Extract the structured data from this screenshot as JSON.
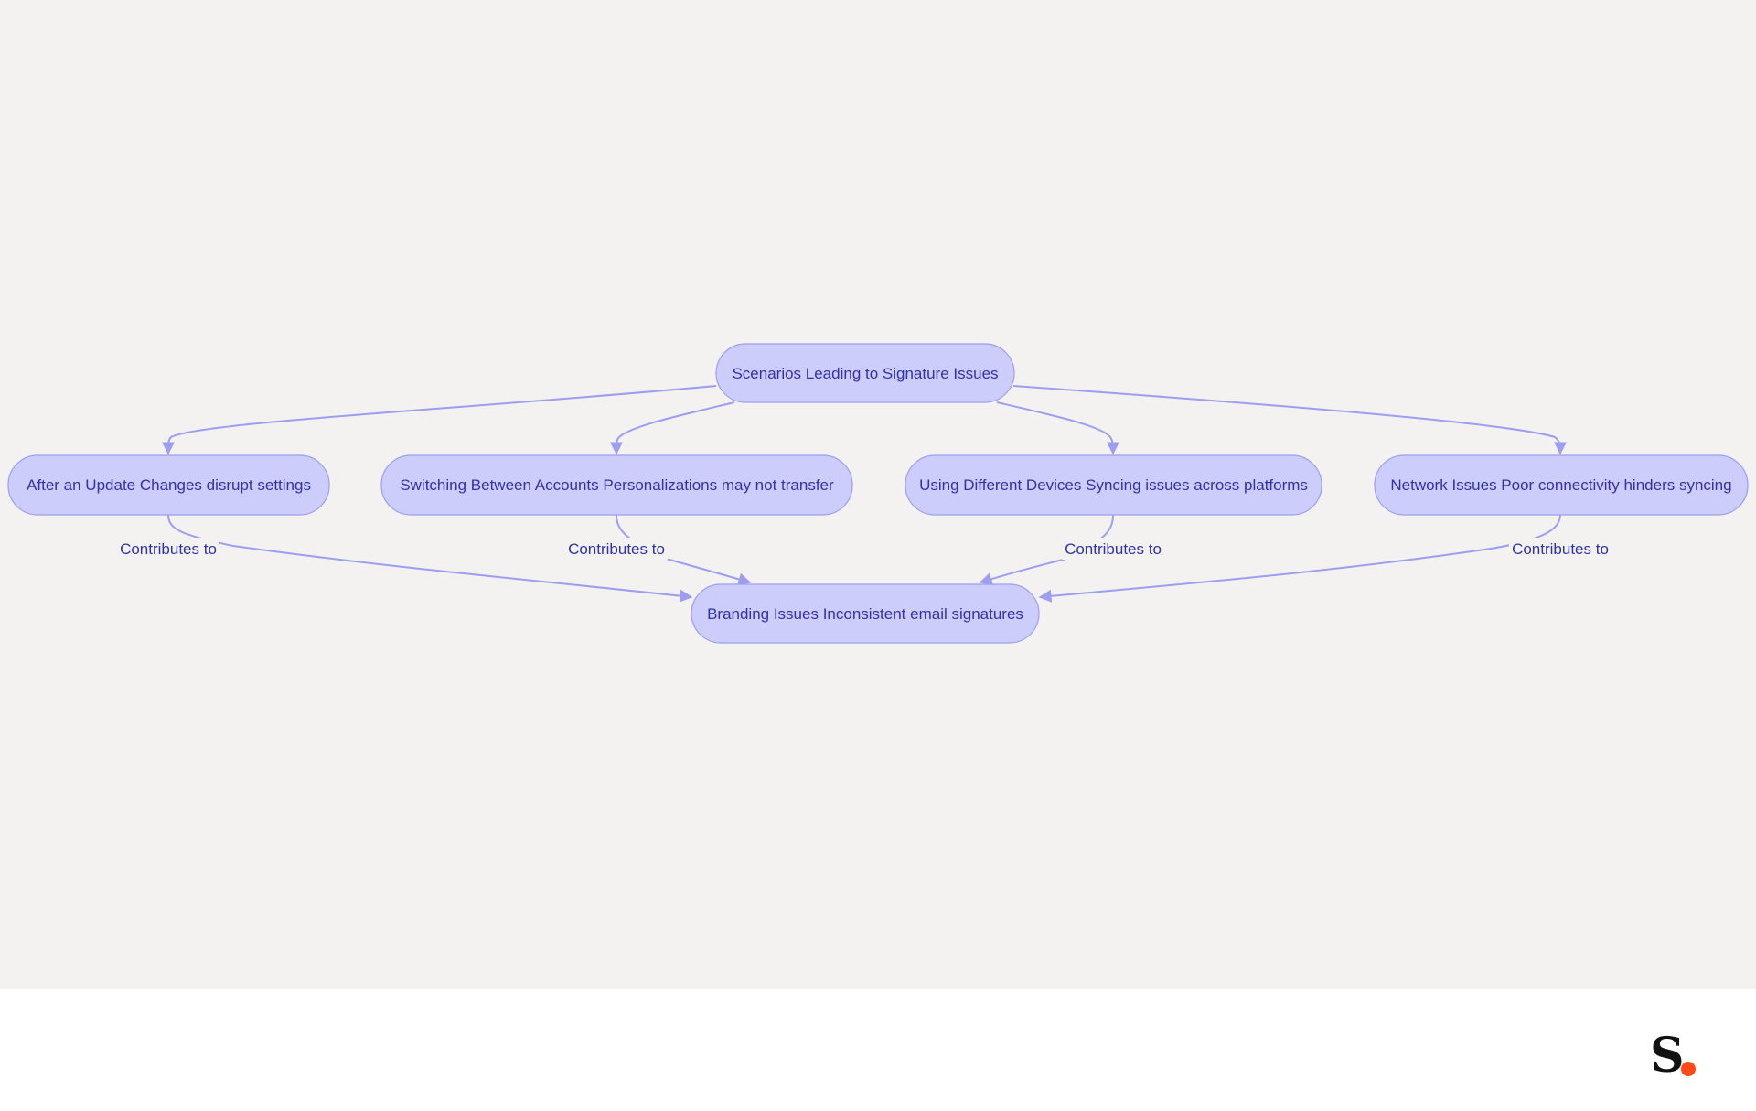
{
  "diagram": {
    "root": {
      "label": "Scenarios Leading to Signature Issues"
    },
    "scenarios": [
      {
        "label": "After an Update Changes disrupt settings"
      },
      {
        "label": "Switching Between Accounts Personalizations may not transfer"
      },
      {
        "label": "Using Different Devices Syncing issues across platforms"
      },
      {
        "label": "Network Issues Poor connectivity hinders syncing"
      }
    ],
    "outcome": {
      "label": "Branding Issues Inconsistent email signatures"
    },
    "edge_label": "Contributes to"
  },
  "colors": {
    "canvas_background": "#f3f2f1",
    "node_fill": "#cccdfb",
    "node_stroke": "#9d9ef0",
    "text": "#3232a8",
    "edge": "#9d9ef0",
    "logo_dark": "#111111",
    "logo_accent": "#ff4a17"
  },
  "logo": {
    "letter": "S"
  }
}
